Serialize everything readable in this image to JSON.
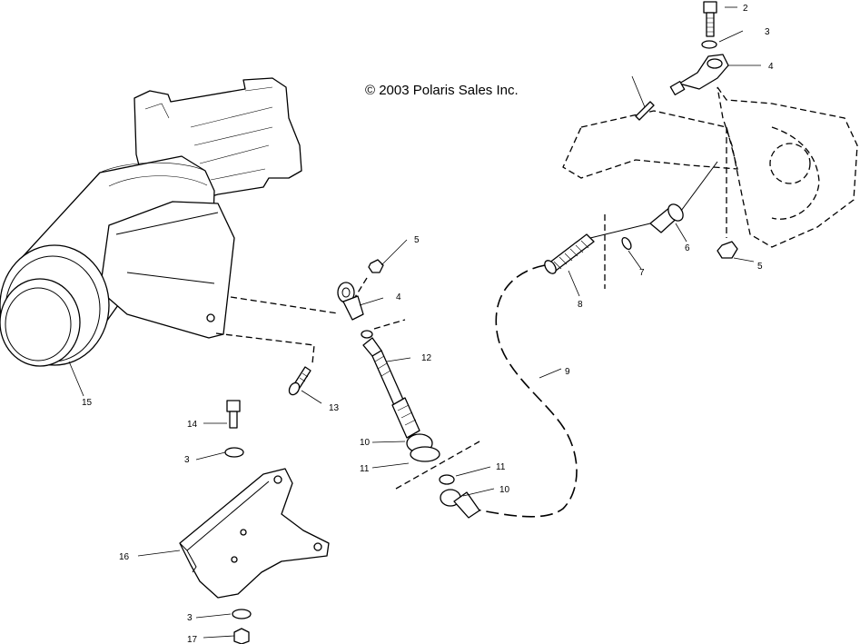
{
  "copyright": "© 2003 Polaris Sales Inc.",
  "callouts": [
    "2",
    "3",
    "4",
    "5",
    "4",
    "12",
    "13",
    "14",
    "15",
    "3",
    "16",
    "3",
    "17",
    "10",
    "11",
    "11",
    "10",
    "9",
    "8",
    "7",
    "6",
    "5"
  ]
}
